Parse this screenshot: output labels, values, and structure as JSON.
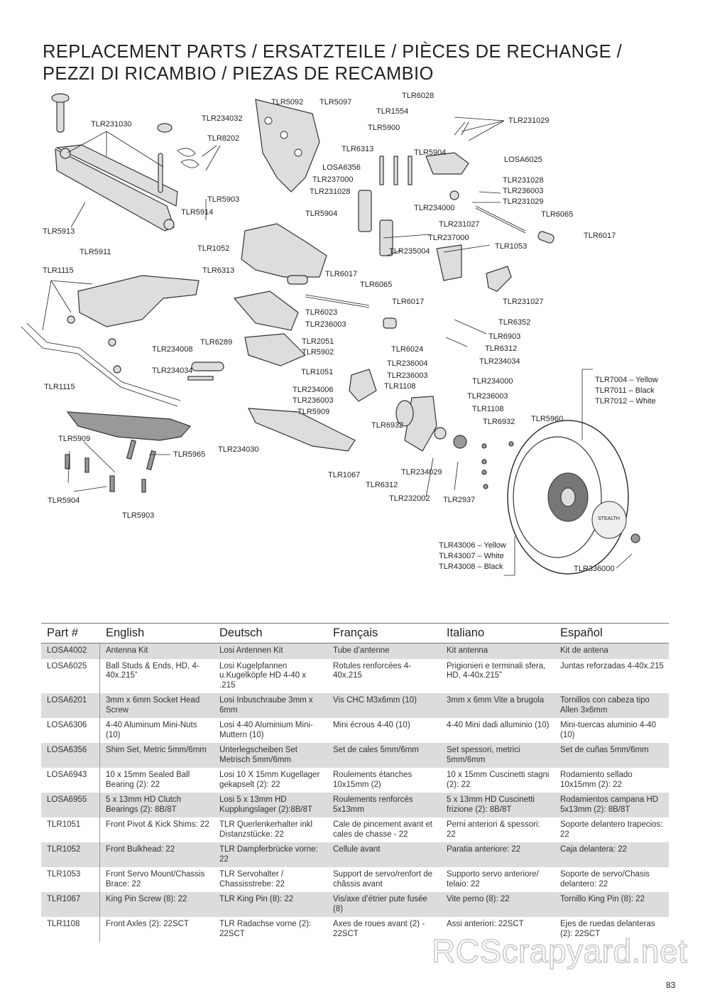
{
  "title": {
    "line1": "REPLACEMENT PARTS / ERSATZTEILE / PIÈCES DE RECHANGE /",
    "line2": "PEZZI DI RICAMBIO / PIEZAS DE RECAMBIO"
  },
  "diagram_labels": {
    "l1": "TLR6028",
    "l2": "TLR5092",
    "l3": "TLR5097",
    "l4": "TLR234032",
    "l5": "TLR1554",
    "l6": "TLR231029",
    "l7": "TLR231030",
    "l8": "TLR8202",
    "l9": "TLR5900",
    "l10": "TLR6313",
    "l11": "TLR5904",
    "l12": "LOSA6025",
    "l13": "LOSA6356",
    "l14": "TLR237000",
    "l15": "TLR231028",
    "l16": "TLR231028",
    "l17": "TLR5903",
    "l18": "TLR236003",
    "l19": "TLR231029",
    "l20": "TLR234000",
    "l21": "TLR5914",
    "l22": "TLR6065",
    "l23": "TLR5904",
    "l24": "TLR5913",
    "l25": "TLR231027",
    "l26": "TLR6017",
    "l27": "TLR237000",
    "l28": "TLR1052",
    "l29": "TLR1053",
    "l30": "TLR235004",
    "l31": "TLR5911",
    "l32": "TLR6313",
    "l33": "TLR6017",
    "l34": "TLR1115",
    "l35": "TLR6065",
    "l36": "TLR231027",
    "l37": "TLR6017",
    "l38": "TLR6023",
    "l39": "TLR6352",
    "l40": "TLR236003",
    "l41": "TLR6903",
    "l42": "TLR6289",
    "l43": "TLR2051",
    "l44": "TLR6024",
    "l45": "TLR6312",
    "l46": "TLR234008",
    "l47": "TLR5902",
    "l48": "TLR236004",
    "l49": "TLR234034",
    "l50": "TLR1051",
    "l51": "TLR234034",
    "l52": "TLR236003",
    "l53": "TLR7004 – Yellow",
    "l54": "TLR234000",
    "l55": "TLR7011 – Black",
    "l56": "TLR1108",
    "l57": "TLR7012 – White",
    "l58": "TLR1115",
    "l59": "TLR234006",
    "l60": "TLR236003",
    "l61": "TLR236003",
    "l62": "TLR1108",
    "l63": "TLR5909",
    "l64": "TLR5960",
    "l65": "TLR6932",
    "l66": "TLR6932",
    "l67": "TLR5909",
    "l68": "TLR234030",
    "l69": "TLR5965",
    "l70": "TLR1067",
    "l71": "TLR234029",
    "l72": "TLR6312",
    "l73": "TLR5904",
    "l74": "TLR232002",
    "l75": "TLR2937",
    "l76": "TLR5903",
    "l77": "TLR43006 – Yellow",
    "l78": "TLR43007 – White",
    "l79": "TLR43008 – Black",
    "l80": "TLR336000",
    "wheel_text": "STEALTH"
  },
  "table": {
    "headers": [
      "Part #",
      "English",
      "Deutsch",
      "Français",
      "Italiano",
      "Español"
    ],
    "rows": [
      {
        "shade": true,
        "cells": [
          "LOSA4002",
          "Antenna Kit",
          "Losi Antennen Kit",
          "Tube d’antenne",
          "Kit antenna",
          "Kit de antena"
        ]
      },
      {
        "shade": false,
        "cells": [
          "LOSA6025",
          "Ball Studs & Ends, HD, 4-40x.215”",
          "Losi Kugelpfannen u.Kugelköpfe HD 4-40 x .215",
          "Rotules renforcées 4-40x.215",
          "Prigionieri e terminali sfera, HD, 4-40x.215”",
          "Juntas reforzadas 4-40x.215"
        ]
      },
      {
        "shade": true,
        "cells": [
          "LOSA6201",
          "3mm x 6mm Socket Head Screw",
          "Losi Inbuschraube 3mm x 6mm",
          "Vis CHC M3x6mm (10)",
          "3mm x 6mm Vite a brugola",
          "Tornillos con cabeza tipo Allen 3x6mm"
        ]
      },
      {
        "shade": false,
        "cells": [
          "LOSA6306",
          "4-40 Aluminum Mini-Nuts (10)",
          "Losi 4-40 Aluminium Mini-Muttern (10)",
          "Mini écrous 4-40 (10)",
          "4-40 Mini dadi alluminio (10)",
          "Mini-tuercas aluminio 4-40 (10)"
        ]
      },
      {
        "shade": true,
        "cells": [
          "LOSA6356",
          "Shim Set, Metric 5mm/6mm",
          "Unterlegscheiben Set Metrisch 5mm/6mm",
          "Set de cales 5mm/6mm",
          "Set spessori, metrici 5mm/6mm",
          "Set de cuñas 5mm/6mm"
        ]
      },
      {
        "shade": false,
        "cells": [
          "LOSA6943",
          "10 x 15mm Sealed Ball Bearing (2): 22",
          "Losi 10 X 15mm Kugellager gekapselt (2): 22",
          "Roulements étanches 10x15mm (2)",
          "10 x 15mm Cuscinetti stagni (2): 22",
          "Rodamiento sellado 10x15mm (2): 22"
        ]
      },
      {
        "shade": true,
        "cells": [
          "LOSA6955",
          "5 x 13mm HD Clutch Bearings (2): 8B/8T",
          "Losi 5 x 13mm HD Kupplungslager (2):8B/8T",
          "Roulements renforcés 5x13mm",
          "5 x 13mm HD Cuscinetti frizione (2): 8B/8T",
          "Rodamientos campana HD 5x13mm (2): 8B/8T"
        ]
      },
      {
        "shade": false,
        "cells": [
          "TLR1051",
          "Front Pivot & Kick Shims: 22",
          "TLR Querlenkerhalter inkl Distanzstücke: 22",
          "Cale de pincement avant et cales de chasse - 22",
          "Perni anteriori & spessori: 22",
          "Soporte delantero trapecios: 22"
        ]
      },
      {
        "shade": true,
        "cells": [
          "TLR1052",
          "Front Bulkhead: 22",
          "TLR Dampferbrücke vorne: 22",
          "Cellule avant",
          "Paratia anteriore: 22",
          "Caja delantera: 22"
        ]
      },
      {
        "shade": false,
        "cells": [
          "TLR1053",
          "Front Servo Mount/Chassis Brace: 22",
          "TLR Servohalter / Chassisstrebe: 22",
          "Support de servo/renfort de châssis avant",
          "Supporto servo anteriore/ telaio: 22",
          "Soporte de servo/Chasis delantero: 22"
        ]
      },
      {
        "shade": true,
        "cells": [
          "TLR1067",
          "King Pin Screw (8): 22",
          "TLR King Pin (8): 22",
          "Vis/axe d’étrier pute fusée (8)",
          "Vite perno (8): 22",
          "Tornillo King Pin (8): 22"
        ]
      },
      {
        "shade": false,
        "cells": [
          "TLR1108",
          "Front Axles (2): 22SCT",
          "TLR Radachse vorne (2): 22SCT",
          "Axes de roues avant (2) - 22SCT",
          "Assi anteriori: 22SCT",
          "Ejes de ruedas delanteras (2): 22SCT"
        ]
      }
    ]
  },
  "watermark": "RCScrapyard.net",
  "page_number": "83"
}
